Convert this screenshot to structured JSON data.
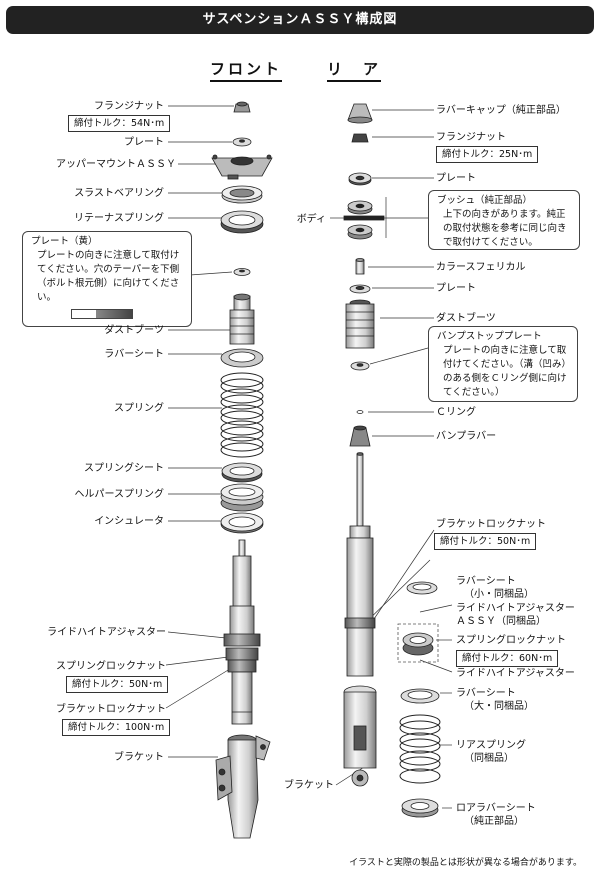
{
  "title": "サスペンションＡＳＳＹ構成図",
  "headers": {
    "front": "フロント",
    "rear": "リ　ア"
  },
  "front": {
    "flange_nut": "フランジナット",
    "flange_nut_torque": "締付トルク：54N･m",
    "plate": "プレート",
    "upper_mount": "アッパーマウントＡＳＳＹ",
    "thrust_bearing": "スラストベアリング",
    "retainer_spring": "リテーナスプリング",
    "plate_note_title": "プレート（黄）",
    "plate_note_body": "プレートの向きに注意して取付けてください。穴のテーパーを下側（ボルト根元側）に向けてください。",
    "dust_boot": "ダストブーツ",
    "rubber_sheet": "ラバーシート",
    "spring": "スプリング",
    "spring_sheet": "スプリングシート",
    "helper_spring": "ヘルパースプリング",
    "insulator": "インシュレータ",
    "ride_height_adjuster": "ライドハイトアジャスター",
    "spring_lock_nut": "スプリングロックナット",
    "spring_lock_nut_torque": "締付トルク：50N･m",
    "bracket_lock_nut": "ブラケットロックナット",
    "bracket_lock_nut_torque": "締付トルク：100N･m",
    "bracket": "ブラケット"
  },
  "rear": {
    "rubber_cap": "ラバーキャップ（純正部品）",
    "flange_nut": "フランジナット",
    "flange_nut_torque": "締付トルク：25N･m",
    "plate": "プレート",
    "body": "ボディ",
    "bush_note_title": "ブッシュ（純正部品）",
    "bush_note_body": "上下の向きがあります。純正の取付状態を参考に同じ向きで取付けてください。",
    "collar_spherical": "カラースフェリカル",
    "plate2": "プレート",
    "dust_boot": "ダストブーツ",
    "bump_stop_plate": "バンプストッププレート",
    "bump_stop_note": "プレートの向きに注意して取付けてください。（溝（凹み）のある側をＣリング側に向けてください。）",
    "c_ring": "Ｃリング",
    "bump_rubber": "バンプラバー",
    "bracket_lock_nut": "ブラケットロックナット",
    "bracket_lock_nut_torque": "締付トルク：50N･m",
    "rubber_sheet_small": "ラバーシート",
    "rubber_sheet_small_sub": "（小・同梱品）",
    "ride_height_adjuster_assy": "ライドハイトアジャスター",
    "ride_height_adjuster_assy_sub": "ＡＳＳＹ（同梱品）",
    "spring_lock_nut": "スプリングロックナット",
    "spring_lock_nut_torque": "締付トルク：60N･m",
    "ride_height_adjuster": "ライドハイトアジャスター",
    "rubber_sheet_large": "ラバーシート",
    "rubber_sheet_large_sub": "（大・同梱品）",
    "rear_spring": "リアスプリング",
    "rear_spring_sub": "（同梱品）",
    "bracket": "ブラケット",
    "lower_rubber_sheet": "ロアラバーシート",
    "lower_rubber_sheet_sub": "（純正部品）"
  },
  "footnote": "イラストと実際の製品とは形状が異なる場合があります。"
}
